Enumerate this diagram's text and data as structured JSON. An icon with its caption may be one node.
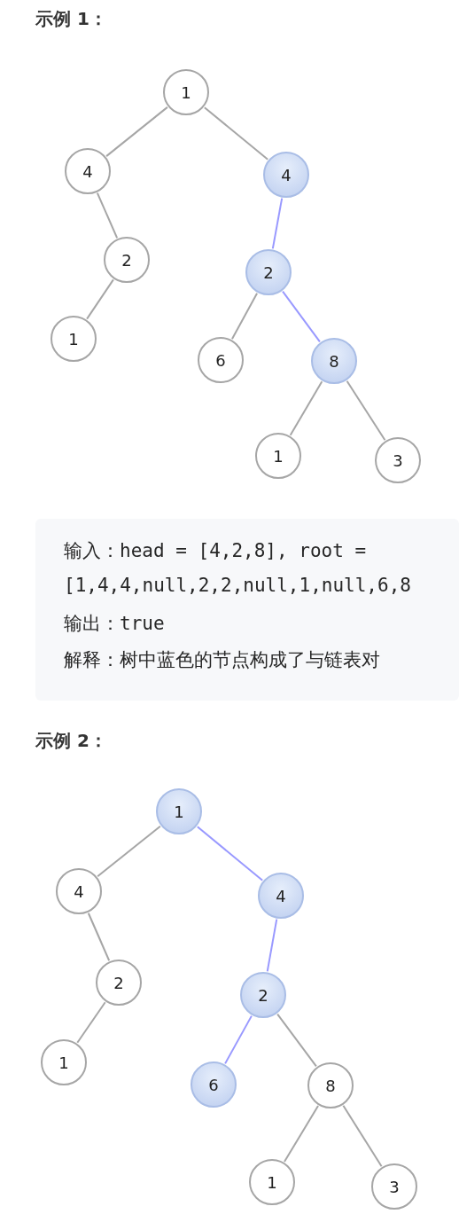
{
  "diagram": {
    "nodes": [
      {
        "text": [
          "1"
        ]
      },
      {
        "text": [
          "4"
        ]
      },
      {
        "text": [
          "4"
        ]
      },
      {
        "text": [
          "2"
        ]
      },
      {
        "text": [
          "2"
        ]
      },
      {
        "text": [
          "1"
        ]
      },
      {
        "text": [
          "6"
        ]
      },
      {
        "text": [
          "8"
        ]
      },
      {
        "text": [
          "1"
        ]
      },
      {
        "text": [
          "3"
        ]
      },
      {
        "text": [
          "1"
        ]
      },
      {
        "text": [
          "4"
        ]
      },
      {
        "text": [
          "4"
        ]
      },
      {
        "text": [
          "2"
        ]
      },
      {
        "text": [
          "2"
        ]
      },
      {
        "text": [
          "1"
        ]
      },
      {
        "text": [
          "6"
        ]
      },
      {
        "text": [
          "8"
        ]
      },
      {
        "text": [
          "1"
        ]
      },
      {
        "text": [
          "3"
        ]
      }
    ],
    "edges": [
      {
        "from": 0,
        "to": 1,
        "arrow": "none"
      },
      {
        "from": 0,
        "to": 2,
        "arrow": "none"
      },
      {
        "from": 1,
        "to": 3,
        "arrow": "none"
      },
      {
        "from": 2,
        "to": 4,
        "arrow": "none",
        "color": "#9999ff"
      },
      {
        "from": 3,
        "to": 5,
        "arrow": "none"
      },
      {
        "from": 4,
        "to": 6,
        "arrow": "none"
      },
      {
        "from": 4,
        "to": 7,
        "arrow": "none",
        "color": "#9999ff"
      },
      {
        "from": 7,
        "to": 8,
        "arrow": "none"
      },
      {
        "from": 7,
        "to": 9,
        "arrow": "none"
      },
      {
        "from": 10,
        "to": 11,
        "arrow": "none"
      },
      {
        "from": 10,
        "to": 12,
        "arrow": "none",
        "color": "#9999ff"
      },
      {
        "from": 11,
        "to": 13,
        "arrow": "none"
      },
      {
        "from": 12,
        "to": 14,
        "arrow": "none",
        "color": "#9999ff"
      },
      {
        "from": 13,
        "to": 15,
        "arrow": "none"
      },
      {
        "from": 14,
        "to": 16,
        "arrow": "none",
        "color": "#9999ff"
      },
      {
        "from": 14,
        "to": 17,
        "arrow": "none"
      },
      {
        "from": 17,
        "to": 18,
        "arrow": "none"
      },
      {
        "from": 17,
        "to": 19,
        "arrow": "none"
      }
    ],
    "labels": [
      "示例 1：",
      "输入：head = [4,2,8], root =",
      "[1,4,4,null,2,2,null,1,null,6,8",
      "输出：true",
      "解释：树中蓝色的节点构成了与链表对",
      "示例 2："
    ]
  }
}
